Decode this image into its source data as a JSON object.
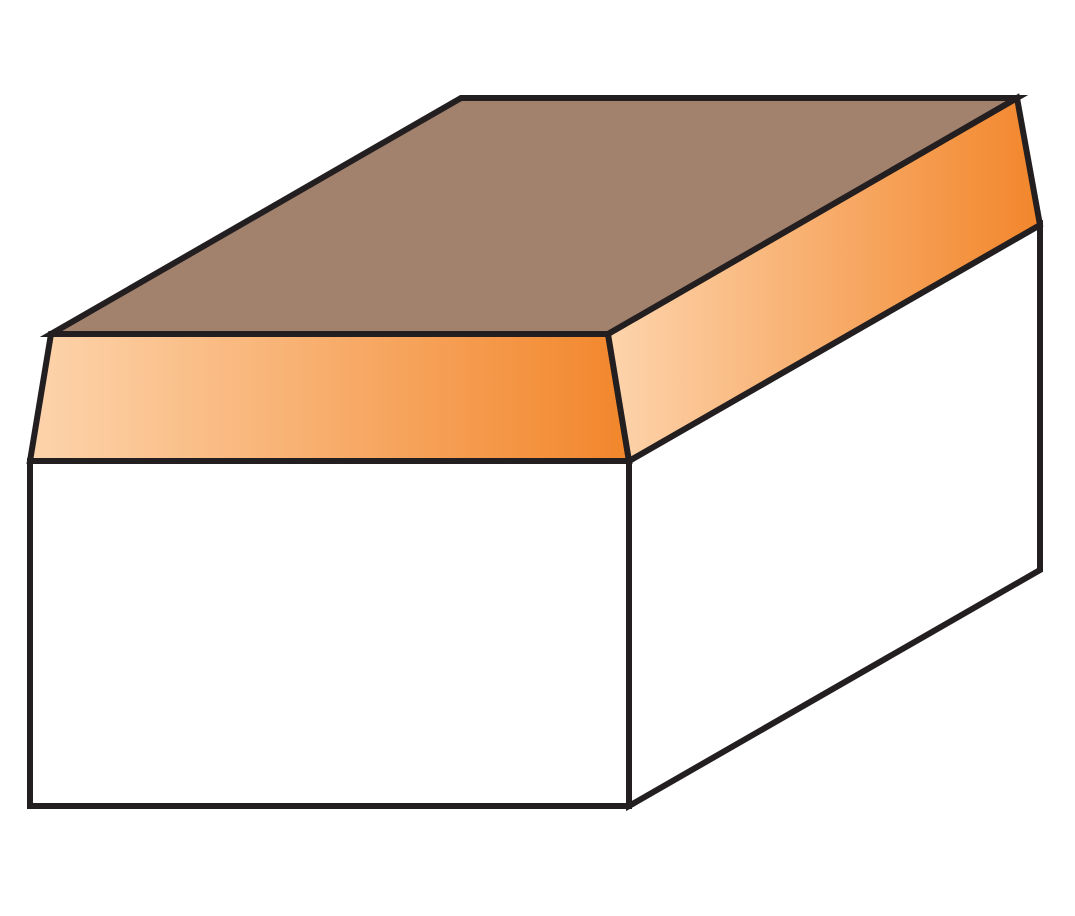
{
  "diagram": {
    "kind": "isometric-block-with-chamfered-top-edge",
    "colors": {
      "background": "#ffffff",
      "outline": "#231f20",
      "top_face": "#a2816d",
      "front_face": "#ffffff",
      "side_face": "#ffffff",
      "chamfer_light": "#fdd4ac",
      "chamfer_dark": "#f2862b"
    },
    "parts": [
      {
        "id": "top-face",
        "label": ""
      },
      {
        "id": "front-chamfer",
        "label": ""
      },
      {
        "id": "side-chamfer",
        "label": ""
      },
      {
        "id": "front-face",
        "label": ""
      },
      {
        "id": "side-face",
        "label": ""
      }
    ]
  }
}
